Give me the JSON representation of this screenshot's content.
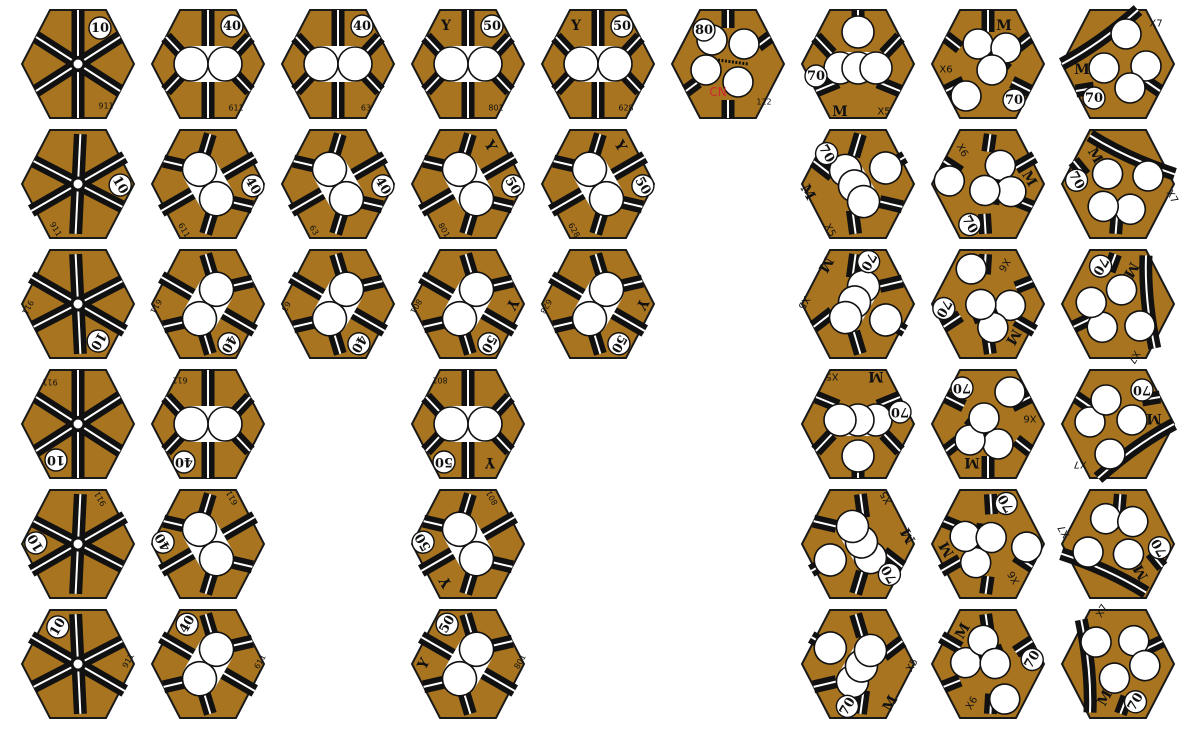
{
  "colors": {
    "tile": "#a8741f",
    "track": "#111111",
    "city": "#ffffff",
    "cn_label": "#d2282e"
  },
  "tiles": [
    {
      "type": "star",
      "value": "10",
      "num": "911",
      "rot": 0,
      "col": 0,
      "row": 0
    },
    {
      "type": "star",
      "value": "10",
      "num": "911",
      "rot": 60,
      "col": 0,
      "row": 1
    },
    {
      "type": "star",
      "value": "10",
      "num": "911",
      "rot": 120,
      "col": 0,
      "row": 2
    },
    {
      "type": "star",
      "value": "10",
      "num": "911",
      "rot": 180,
      "col": 0,
      "row": 3
    },
    {
      "type": "star",
      "value": "10",
      "num": "911",
      "rot": 240,
      "col": 0,
      "row": 4
    },
    {
      "type": "star",
      "value": "10",
      "num": "911",
      "rot": 300,
      "col": 0,
      "row": 5
    },
    {
      "type": "double",
      "value": "40",
      "num": "611",
      "rot": 0,
      "col": 1,
      "row": 0
    },
    {
      "type": "double",
      "value": "40",
      "num": "611",
      "rot": 60,
      "col": 1,
      "row": 1
    },
    {
      "type": "double",
      "value": "40",
      "num": "611",
      "rot": 120,
      "col": 1,
      "row": 2
    },
    {
      "type": "double",
      "value": "40",
      "num": "611",
      "rot": 180,
      "col": 1,
      "row": 3
    },
    {
      "type": "double",
      "value": "40",
      "num": "611",
      "rot": 240,
      "col": 1,
      "row": 4
    },
    {
      "type": "double",
      "value": "40",
      "num": "611",
      "rot": 300,
      "col": 1,
      "row": 5
    },
    {
      "type": "double",
      "value": "40",
      "num": "63",
      "rot": 0,
      "col": 2,
      "row": 0
    },
    {
      "type": "double",
      "value": "40",
      "num": "63",
      "rot": 60,
      "col": 2,
      "row": 1
    },
    {
      "type": "double",
      "value": "40",
      "num": "63",
      "rot": 120,
      "col": 2,
      "row": 2
    },
    {
      "type": "double",
      "value": "50",
      "num": "801",
      "label": "Y",
      "rot": 0,
      "col": 3,
      "row": 0
    },
    {
      "type": "double",
      "value": "50",
      "num": "801",
      "label": "Y",
      "rot": 60,
      "col": 3,
      "row": 1
    },
    {
      "type": "double",
      "value": "50",
      "num": "801",
      "label": "Y",
      "rot": 120,
      "col": 3,
      "row": 2
    },
    {
      "type": "double",
      "value": "50",
      "num": "801",
      "label": "Y",
      "rot": 180,
      "col": 3,
      "row": 3
    },
    {
      "type": "double",
      "value": "50",
      "num": "801",
      "label": "Y",
      "rot": 240,
      "col": 3,
      "row": 4
    },
    {
      "type": "double",
      "value": "50",
      "num": "801",
      "label": "Y",
      "rot": 300,
      "col": 3,
      "row": 5
    },
    {
      "type": "double",
      "value": "50",
      "num": "628",
      "label": "Y",
      "rot": 0,
      "col": 4,
      "row": 0
    },
    {
      "type": "double",
      "value": "50",
      "num": "628",
      "label": "Y",
      "rot": 60,
      "col": 4,
      "row": 1
    },
    {
      "type": "double",
      "value": "50",
      "num": "628",
      "label": "Y",
      "rot": 120,
      "col": 4,
      "row": 2
    },
    {
      "type": "quad",
      "value": "80",
      "num": "122",
      "cn": "CN",
      "rot": 0,
      "col": 5,
      "row": 0
    },
    {
      "type": "triple",
      "value": "70",
      "num": "X5",
      "label": "M",
      "rot": 0,
      "col": 6,
      "row": 0
    },
    {
      "type": "triple",
      "value": "70",
      "num": "X5",
      "label": "M",
      "rot": 60,
      "col": 6,
      "row": 1
    },
    {
      "type": "triple",
      "value": "70",
      "num": "X5",
      "label": "M",
      "rot": 120,
      "col": 6,
      "row": 2
    },
    {
      "type": "triple",
      "value": "70",
      "num": "X5",
      "label": "M",
      "rot": 180,
      "col": 6,
      "row": 3
    },
    {
      "type": "triple",
      "value": "70",
      "num": "X5",
      "label": "M",
      "rot": 240,
      "col": 6,
      "row": 4
    },
    {
      "type": "triple",
      "value": "70",
      "num": "X5",
      "label": "M",
      "rot": 300,
      "col": 6,
      "row": 5
    },
    {
      "type": "split",
      "value": "70",
      "num": "X6",
      "label": "M",
      "rot": 0,
      "col": 7,
      "row": 0
    },
    {
      "type": "split",
      "value": "70",
      "num": "X6",
      "label": "M",
      "rot": 60,
      "col": 7,
      "row": 1
    },
    {
      "type": "split",
      "value": "70",
      "num": "X6",
      "label": "M",
      "rot": 120,
      "col": 7,
      "row": 2
    },
    {
      "type": "split",
      "value": "70",
      "num": "X6",
      "label": "M",
      "rot": 180,
      "col": 7,
      "row": 3
    },
    {
      "type": "split",
      "value": "70",
      "num": "X6",
      "label": "M",
      "rot": 240,
      "col": 7,
      "row": 4
    },
    {
      "type": "split",
      "value": "70",
      "num": "X6",
      "label": "M",
      "rot": 300,
      "col": 7,
      "row": 5
    },
    {
      "type": "curve",
      "value": "70",
      "num": "X7",
      "label": "M",
      "rot": 0,
      "col": 8,
      "row": 0
    },
    {
      "type": "curve",
      "value": "70",
      "num": "X7",
      "label": "M",
      "rot": 60,
      "col": 8,
      "row": 1
    },
    {
      "type": "curve",
      "value": "70",
      "num": "X7",
      "label": "M",
      "rot": 120,
      "col": 8,
      "row": 2
    },
    {
      "type": "curve",
      "value": "70",
      "num": "X7",
      "label": "M",
      "rot": 180,
      "col": 8,
      "row": 3
    },
    {
      "type": "curve",
      "value": "70",
      "num": "X7",
      "label": "M",
      "rot": 240,
      "col": 8,
      "row": 4
    },
    {
      "type": "curve",
      "value": "70",
      "num": "X7",
      "label": "M",
      "rot": 300,
      "col": 8,
      "row": 5
    }
  ]
}
